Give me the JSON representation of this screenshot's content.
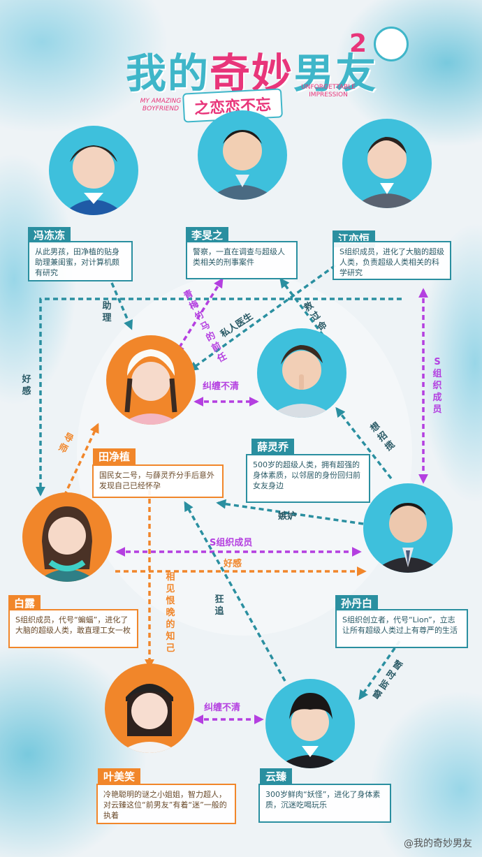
{
  "logo": {
    "main_a": "我的",
    "main_b": "奇妙",
    "main_c": "男友",
    "num": "2",
    "sub": "之恋恋不忘",
    "en_left": "MY AMAZING BOYFRIEND",
    "en_right": "UNFORGETTABLE IMPRESSION"
  },
  "characters": [
    {
      "name": "冯冻冻",
      "desc": "从此男孩，田净植的贴身助理兼闺蜜，对计算机颇有研究"
    },
    {
      "name": "李旻之",
      "desc": "警察，一直在调查与超级人类相关的刑事案件"
    },
    {
      "name": "江亦恒",
      "desc": "S组织成员，进化了大脑的超级人类，负责超级人类相关的科学研究"
    },
    {
      "name": "薛灵乔",
      "desc": "500岁的超级人类，拥有超强的身体素质，以邻居的身份回归前女友身边"
    },
    {
      "name": "田净植",
      "desc": "国民女二号，与薛灵乔分手后意外发现自己已经怀孕"
    },
    {
      "name": "白露",
      "desc": "S组织成员，代号“蝙蝠”，进化了大脑的超级人类，敢直理工女一枚"
    },
    {
      "name": "孙丹白",
      "desc": "S组织创立者，代号“Lion”，立志让所有超级人类过上有尊严的生活"
    },
    {
      "name": "叶美笑",
      "desc": "冷艳聪明的谜之小姐姐，智力超人，对云臻这位“前男友”有着“迷”一般的执着"
    },
    {
      "name": "云臻",
      "desc": "300岁鲜肉“妖怪”，进化了身体素质，沉迷吃喝玩乐"
    }
  ],
  "relations": {
    "assistant": "助理",
    "crush": "好感",
    "bamboo": "青梅竹马的前任",
    "doctor": "私人医生",
    "saved": "救过命",
    "entangle1": "纠缠不清",
    "s_member_v": "S组织成员",
    "jealous": "嫉妒",
    "lure": "想招揽",
    "mentor": "导师",
    "s_member_h": "S组织成员",
    "crush2": "好感",
    "friend": "相见恨晚的知己",
    "fan": "狂追",
    "rescue": "暂时监督",
    "entangle2": "纠缠不清"
  },
  "colors": {
    "teal": "#2a8fa0",
    "orange": "#f1862a",
    "purple": "#b43fe0"
  },
  "watermark": "@我的奇妙男友"
}
